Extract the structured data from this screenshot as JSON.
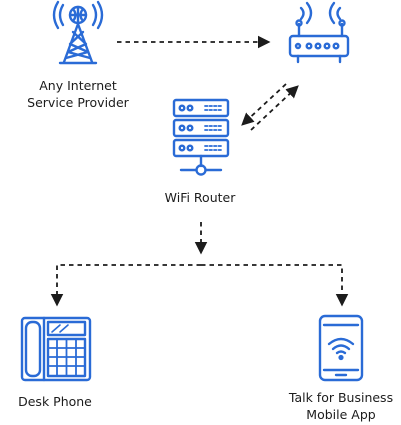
{
  "colors": {
    "icon": "#2a6bd6",
    "arrow": "#1c1c1c",
    "text": "#1c1c1c"
  },
  "nodes": {
    "isp": {
      "icon": "radio-tower-icon",
      "label_line1": "Any Internet",
      "label_line2": "Service Provider"
    },
    "modem": {
      "icon": "modem-icon"
    },
    "router": {
      "icon": "server-stack-icon",
      "label": "WiFi Router"
    },
    "desk": {
      "icon": "desk-phone-icon",
      "label": "Desk Phone"
    },
    "mobile": {
      "icon": "mobile-wifi-icon",
      "label_line1": "Talk for Business",
      "label_line2": "Mobile App"
    }
  }
}
